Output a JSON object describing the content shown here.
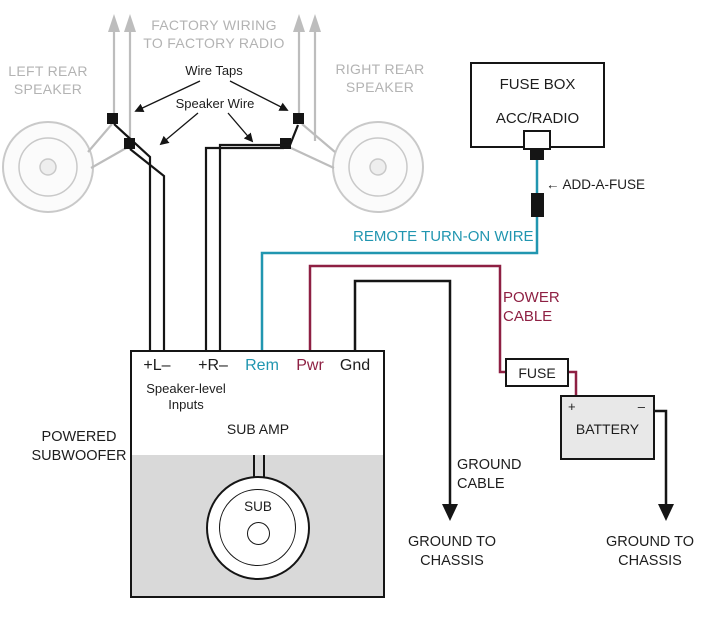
{
  "diagram": {
    "factory_wiring_label": "FACTORY WIRING\nTO FACTORY RADIO",
    "left_speaker_label": "LEFT REAR\nSPEAKER",
    "right_speaker_label": "RIGHT REAR\nSPEAKER",
    "wire_taps_label": "Wire Taps",
    "speaker_wire_label": "Speaker Wire",
    "fuse_box": {
      "title": "FUSE BOX",
      "slot": "ACC/RADIO"
    },
    "add_a_fuse_label": "← ADD-A-FUSE",
    "remote_turn_on_label": "REMOTE TURN-ON WIRE",
    "power_cable_label": "POWER\nCABLE",
    "fuse_label": "FUSE",
    "battery": {
      "label": "BATTERY",
      "positive": "+",
      "negative": "–"
    },
    "amp": {
      "terminals": [
        {
          "label": "+L–",
          "color": "#151515"
        },
        {
          "label": "+R–",
          "color": "#151515"
        },
        {
          "label": "Rem",
          "color": "#2196b0"
        },
        {
          "label": "Pwr",
          "color": "#8e2043"
        },
        {
          "label": "Gnd",
          "color": "#151515"
        }
      ],
      "inputs_label": "Speaker-level\nInputs",
      "name": "SUB AMP",
      "sub_label": "SUB",
      "outer_label": "POWERED\nSUBWOOFER"
    },
    "ground_cable_label": "GROUND\nCABLE",
    "ground_chassis_left": "GROUND TO\nCHASSIS",
    "ground_chassis_right": "GROUND TO\nCHASSIS",
    "colors": {
      "remote_wire": "#2196b0",
      "power_wire": "#8e2043",
      "ground_wire": "#151515",
      "speaker_wire": "#151515",
      "factory_wire": "#bdbdbd"
    }
  }
}
